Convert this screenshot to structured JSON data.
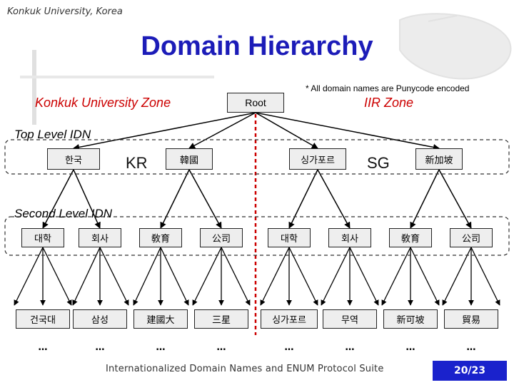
{
  "header": "Konkuk University, Korea",
  "title": "Domain Hierarchy",
  "note": "* All domain names are Punycode encoded",
  "zones": {
    "left": "Konkuk University Zone",
    "right": "IIR Zone"
  },
  "root": "Root",
  "levels": {
    "top": "Top Level IDN",
    "second": "Second Level IDN"
  },
  "tld": {
    "left": [
      "한국",
      "KR",
      "韓國"
    ],
    "right": [
      "싱가포르",
      "SG",
      "新加坡"
    ]
  },
  "sld": [
    "대학",
    "회사",
    "敎育",
    "公司",
    "대학",
    "회사",
    "敎育",
    "公司"
  ],
  "third": [
    "건국대",
    "삼성",
    "建國大",
    "三星",
    "싱가포르",
    "무역",
    "新可坡",
    "貿易"
  ],
  "ellipsis": "…",
  "footer": "Internationalized Domain Names and ENUM Protocol Suite",
  "page": "20/23"
}
